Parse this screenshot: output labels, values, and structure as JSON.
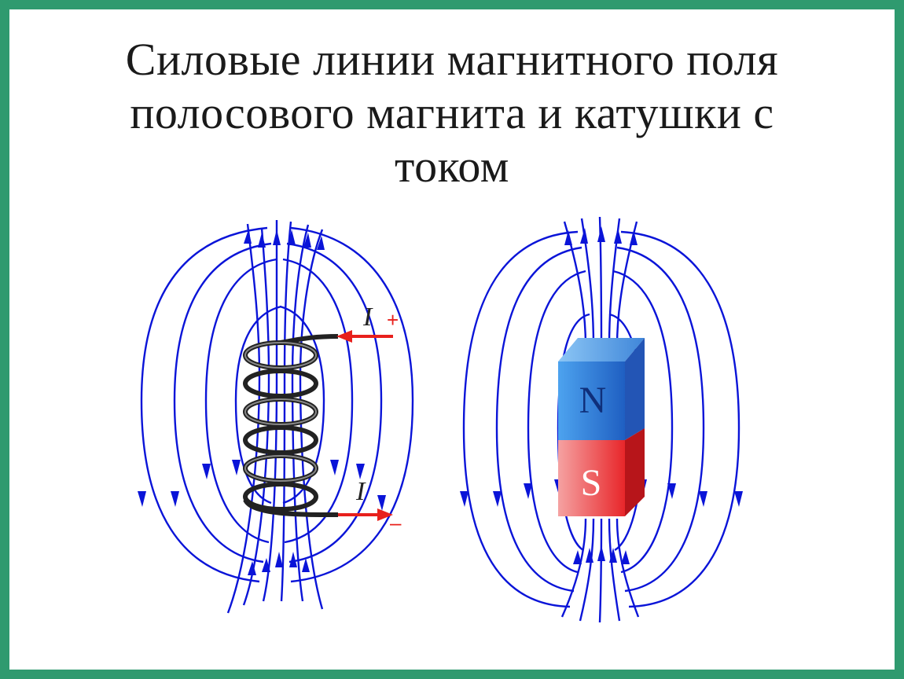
{
  "title_lines": [
    "Силовые линии магнитного поля",
    "полосового магнита и катушки с",
    "током"
  ],
  "coil": {
    "current_label_top": "I",
    "current_label_bottom": "I",
    "plus_sign": "+",
    "minus_sign": "–",
    "turns": 6
  },
  "magnet": {
    "north_label": "N",
    "south_label": "S"
  },
  "colors": {
    "frame": "#2f9a6f",
    "field_line": "#0a14d8",
    "current_arrow": "#e8201c",
    "north": "#2f7fd6",
    "south": "#e8262a"
  }
}
